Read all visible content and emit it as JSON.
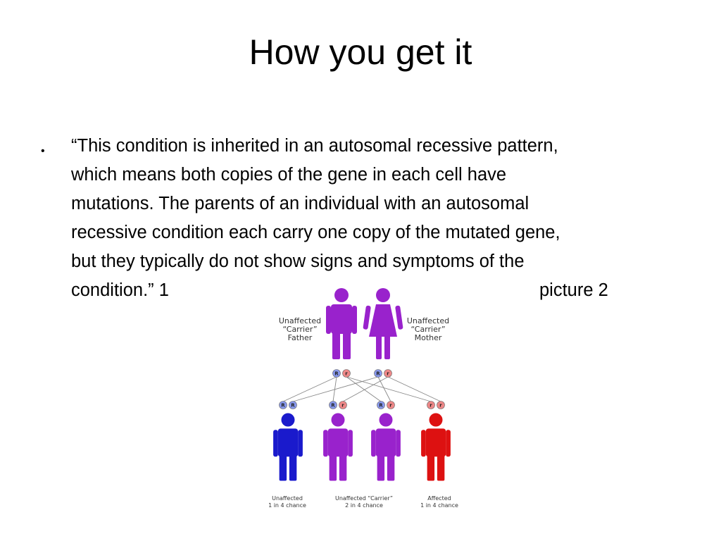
{
  "slide": {
    "title": "How you get it",
    "bullet_symbol": "•",
    "quote_lines": [
      "“This condition is inherited in an autosomal recessive pattern,",
      "which means both copies of the gene in each cell have",
      "mutations. The parents of an individual with an autosomal",
      "recessive condition each carry one copy of the mutated gene,",
      "but they typically do not show signs and symptoms of the",
      "condition.” 1"
    ],
    "picture_label": "picture 2"
  },
  "figure": {
    "father": {
      "line1": "Unaffected",
      "line2": "“Carrier”",
      "line3": "Father",
      "alleles": [
        "R",
        "r"
      ]
    },
    "mother": {
      "line1": "Unaffected",
      "line2": "“Carrier”",
      "line3": "Mother",
      "alleles": [
        "R",
        "r"
      ]
    },
    "children": [
      {
        "alleles": [
          "R",
          "R"
        ],
        "color": "#1a1acc"
      },
      {
        "alleles": [
          "R",
          "r"
        ],
        "color": "#9922cc"
      },
      {
        "alleles": [
          "R",
          "r"
        ],
        "color": "#9922cc"
      },
      {
        "alleles": [
          "r",
          "r"
        ],
        "color": "#dd1111"
      }
    ],
    "bottom_labels": [
      {
        "line1": "Unaffected",
        "line2": "1 in 4 chance"
      },
      {
        "line1": "Unaffected “Carrier”",
        "line2": "2 in 4 chance"
      },
      {
        "line1": "Affected",
        "line2": "1 in 4 chance"
      }
    ],
    "colors": {
      "carrier": "#9922cc",
      "unaffected": "#1a1acc",
      "affected": "#dd1111",
      "dominant_allele": "#8899ee",
      "recessive_allele": "#ee8888"
    }
  }
}
